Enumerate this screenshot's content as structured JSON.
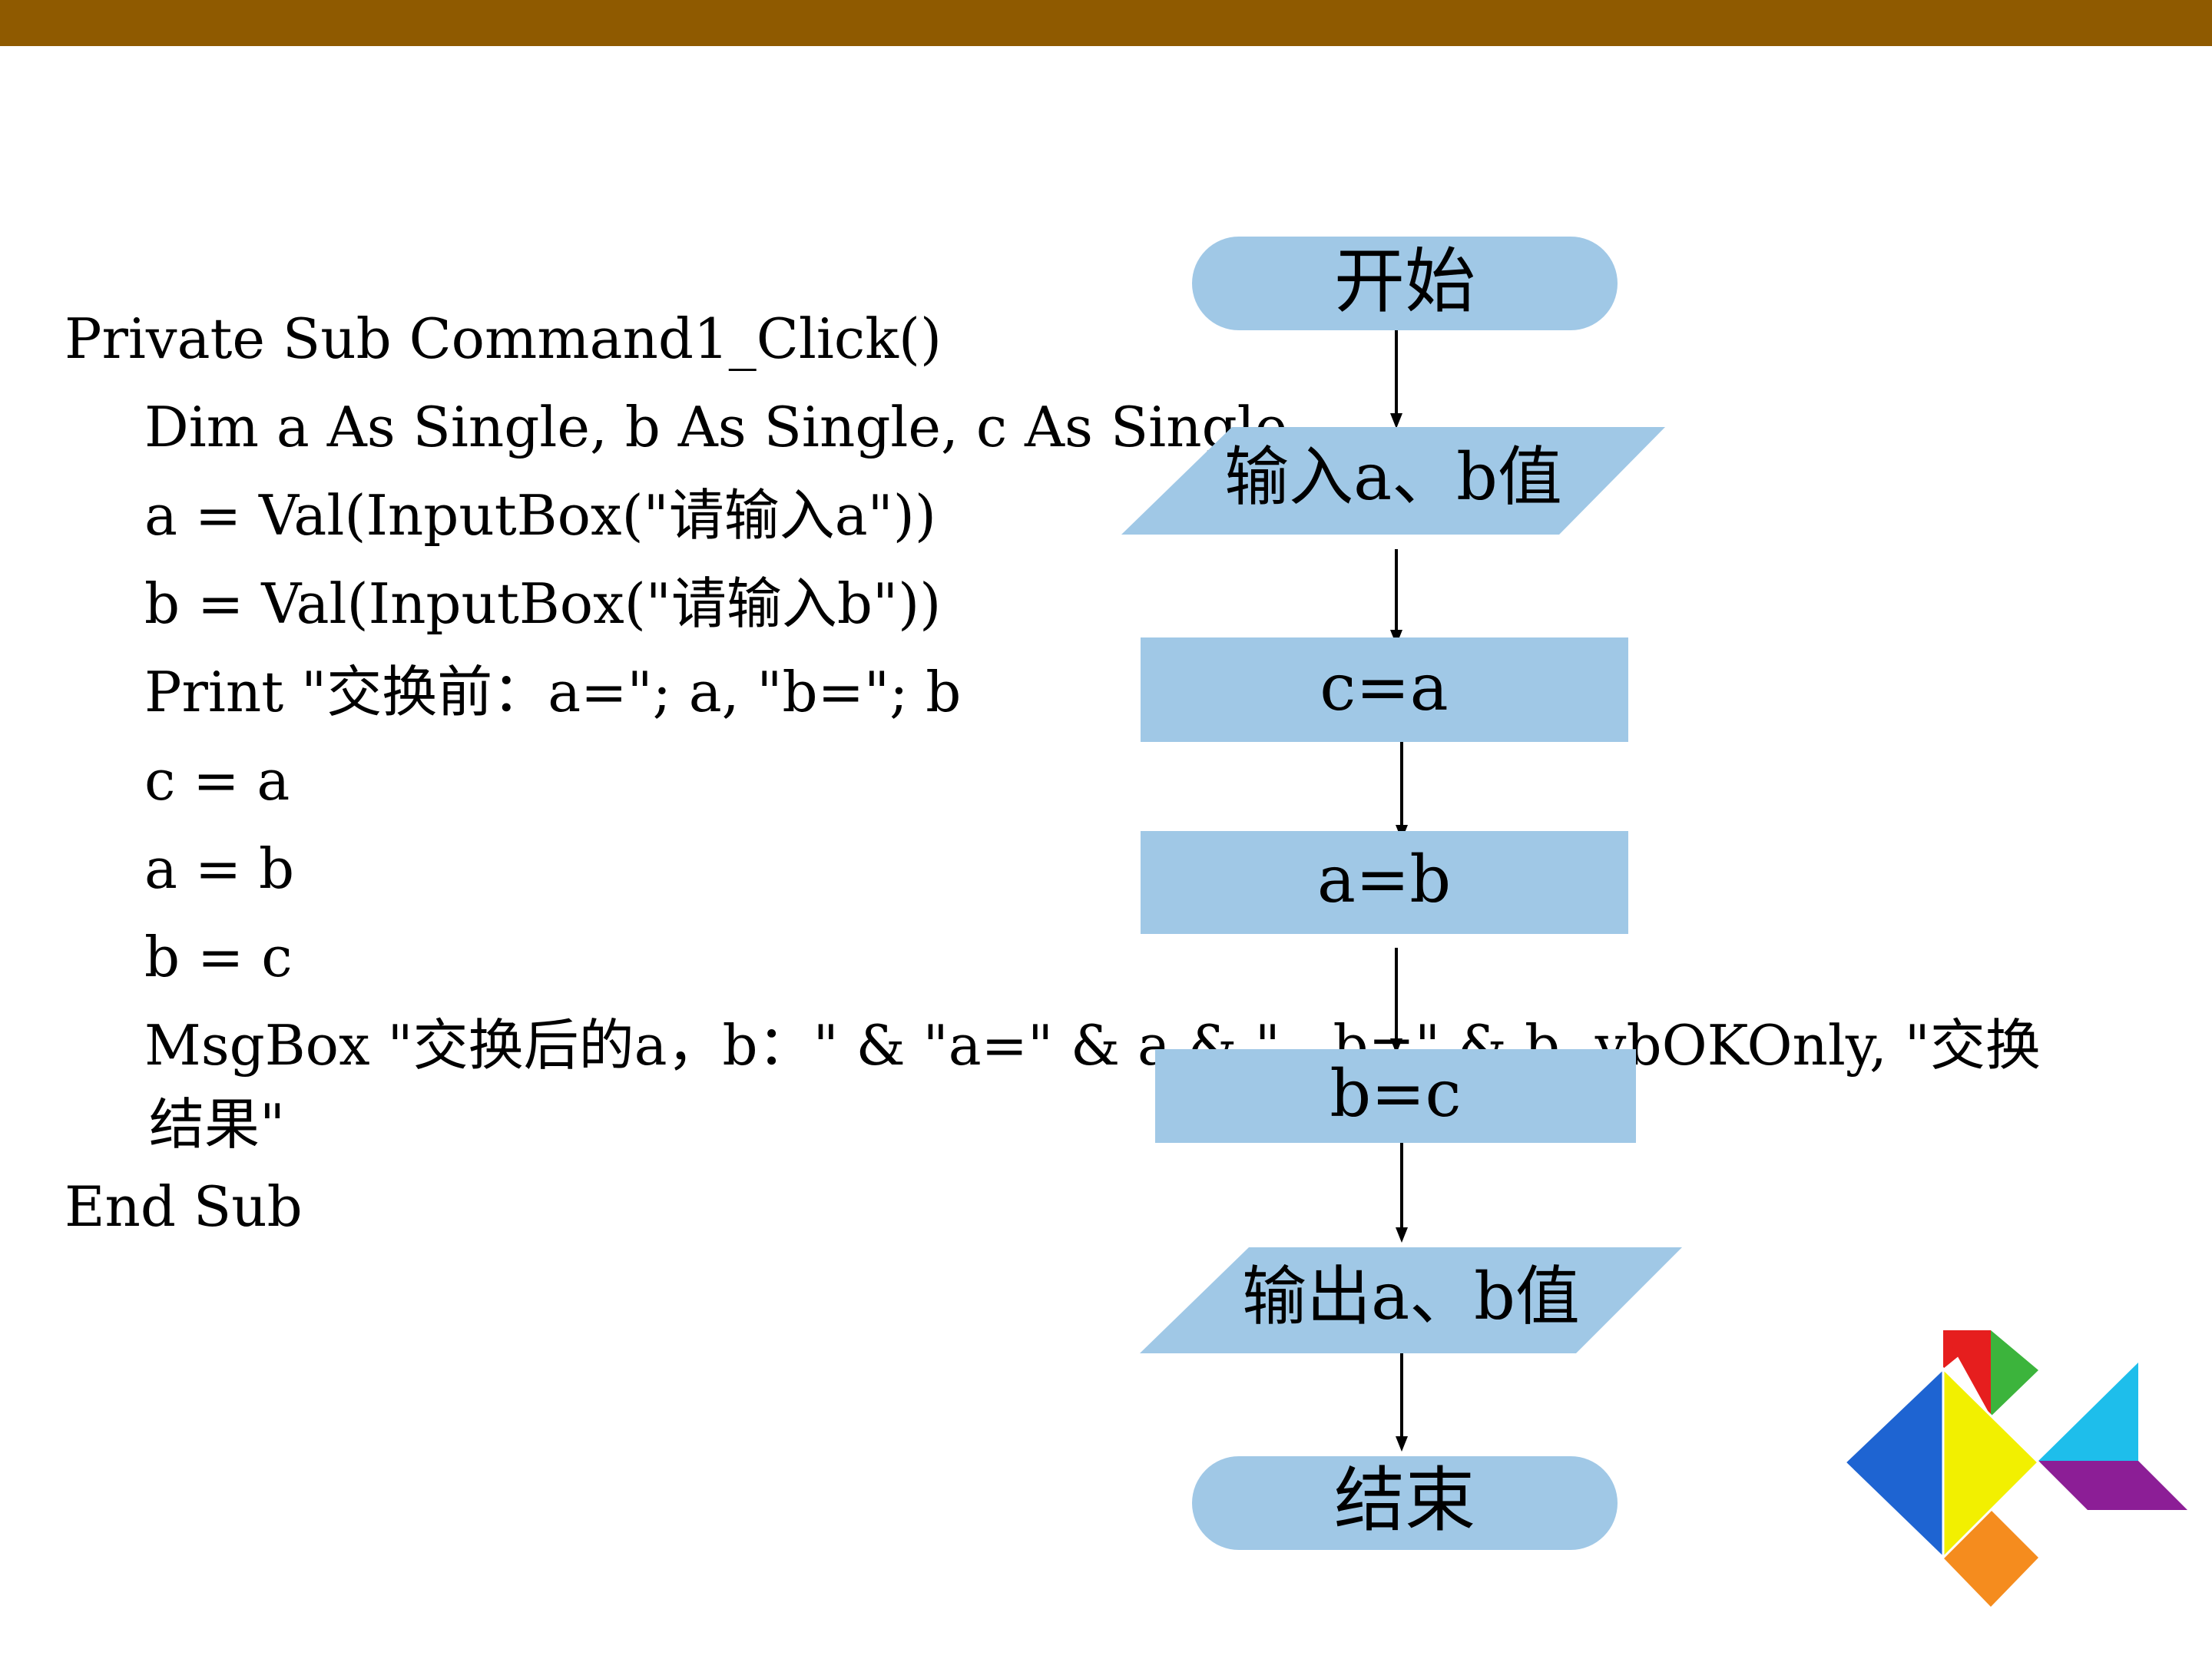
{
  "code_lines": [
    "Private Sub Command1_Click()",
    "Dim a As Single, b As Single, c As Single",
    "a = Val(InputBox(\"请输入a\"))",
    "b = Val(InputBox(\"请输入b\"))",
    "Print \"交换前：a=\"; a, \"b=\"; b",
    "c = a",
    "a = b",
    "b = c",
    "MsgBox \"交换后的a，b：\" & \"a=\" & a & \"   b=\" & b, vbOKOnly, \"交换",
    "结果\"",
    "End Sub"
  ],
  "flowchart": {
    "start": "开始",
    "input": "输入a、b值",
    "step1": "c=a",
    "step2": "a=b",
    "step3": "b=c",
    "output": "输出a、b值",
    "end": "结束"
  },
  "colors": {
    "top_bar": "#8f5a00",
    "node_fill": "#a0c8e6",
    "logo_blue": "#1e64d2",
    "logo_yellow": "#f2f000",
    "logo_red": "#e61e1e",
    "logo_green": "#3cb43c",
    "logo_cyan": "#1ebeeb",
    "logo_purple": "#8c1e96",
    "logo_orange": "#f58c1e"
  }
}
